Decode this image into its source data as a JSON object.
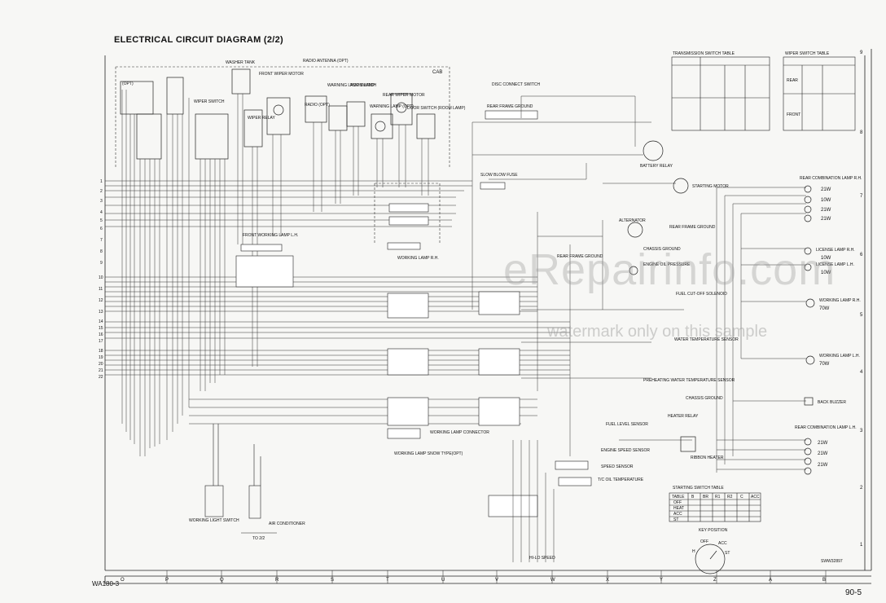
{
  "title": "ELECTRICAL CIRCUIT DIAGRAM (2/2)",
  "page_code": "WA180-3",
  "page_number": "90-5",
  "drawing_ref": "SWW32897",
  "watermark": {
    "main": "eRepairinfo.com",
    "sub": "watermark only on this sample"
  },
  "labels": {
    "cab": "CAB",
    "washer_tank": "WASHER TANK",
    "radio_antenna": "RADIO ANTENNA (OPT)",
    "front_wiper_motor": "FRONT WIPER MOTOR",
    "wiper_switch": "WIPER SWITCH",
    "wiper_relay": "WIPER RELAY",
    "radio": "RADIO (OPT)",
    "warning_lamp_switch": "WARNING LAMP SWITCH",
    "room_lamp": "ROOM LAMP",
    "warning_lamp": "WARNING LAMP (OPT)",
    "rear_wiper_motor": "REAR WIPER MOTOR",
    "door_switch": "DOOR SWITCH (ROOM LAMP)",
    "disc_connect_switch": "DISC CONNECT SWITCH",
    "rear_frame_ground": "REAR FRAME GROUND",
    "battery_relay": "BATTERY RELAY",
    "slow_blow_fuse": "SLOW BLOW FUSE",
    "starting_motor": "STARTING MOTOR",
    "alternator": "ALTERNATOR",
    "chassis_ground": "CHASSIS GROUND",
    "engine_oil_pressure": "ENGINE OIL PRESSURE",
    "fuel_cutoff_solenoid": "FUEL CUT-OFF SOLENOID",
    "front_working_lamp_lh": "FRONT WORKING LAMP L.H.",
    "working_lamp_rh": "WORKING LAMP R.H.",
    "water_temp_sensor": "WATER TEMPERATURE SENSOR",
    "preheating_sensor": "PREHEATING WATER TEMPERATURE SENSOR",
    "heater_relay": "HEATER RELAY",
    "ribbon_heater": "RIBBON HEATER",
    "fuel_level_sensor": "FUEL LEVEL SENSOR",
    "engine_speed_sensor": "ENGINE SPEED SENSOR",
    "speed_sensor": "SPEED SENSOR",
    "tc_oil_temp": "T/C OIL TEMPERATURE",
    "working_lamp_connector": "WORKING LAMP CONNECTOR",
    "working_lamp_snow": "WORKING LAMP SNOW TYPE(OPT)",
    "working_light_switch": "WORKING LIGHT SWITCH",
    "air_conditioner": "AIR CONDITIONER",
    "to_2_2": "TO 2/2",
    "rear_combination_lamp_rh": "REAR COMBINATION LAMP R.H.",
    "rear_combination_lamp_lh": "REAR COMBINATION LAMP L.H.",
    "license_lamp_rh": "LICENSE LAMP R.H.",
    "license_lamp_lh": "LICENSE LAMP L.H.",
    "working_lamp_rh2": "WORKING LAMP R.H.",
    "working_lamp_lh2": "WORKING LAMP L.H.",
    "back_buzzer": "BACK BUZZER",
    "transmission_switch_table": "TRANSMISSION SWITCH TABLE",
    "wiper_switch_table": "WIPER SWITCH TABLE",
    "starting_switch_table": "STARTING SWITCH TABLE",
    "key_position": "KEY POSITION",
    "hi_lo_speed": "HI-LO SPEED",
    "rear": "REAR",
    "front": "FRONT",
    "opt": "(OPT)"
  },
  "starting_switch": {
    "headers": [
      "TABLE",
      "B",
      "BR",
      "R1",
      "R2",
      "C",
      "ACC"
    ],
    "rows": [
      "OFF",
      "HEAT",
      "ACC",
      "ST"
    ],
    "key_positions": [
      "OFF",
      "ACC",
      "ST",
      "H"
    ]
  },
  "lamp_ratings": [
    "21W",
    "10W",
    "21W",
    "21W",
    "10W",
    "10W",
    "70W",
    "70W",
    "21W",
    "21W",
    "21W"
  ],
  "grid_letters": [
    "O",
    "P",
    "Q",
    "R",
    "S",
    "T",
    "U",
    "V",
    "W",
    "X",
    "Y",
    "Z",
    "A",
    "B"
  ],
  "grid_numbers": [
    "9",
    "8",
    "7",
    "6",
    "5",
    "4",
    "3",
    "2",
    "1"
  ],
  "left_refs": [
    "1",
    "2",
    "3",
    "4",
    "5",
    "6",
    "7",
    "8",
    "9",
    "10",
    "11",
    "12",
    "13",
    "14",
    "15",
    "16",
    "17",
    "18",
    "19",
    "20",
    "21",
    "22"
  ]
}
